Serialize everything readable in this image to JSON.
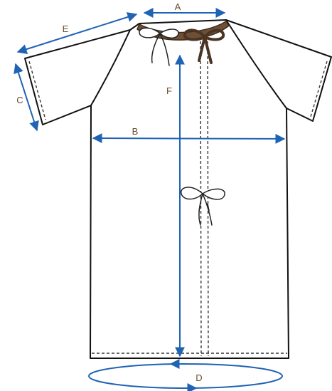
{
  "diagram": {
    "labels": {
      "A": "A",
      "B": "B",
      "C": "C",
      "D": "D",
      "E": "E",
      "F": "F"
    },
    "colors": {
      "outline": "#111111",
      "dimension": "#1f63b5",
      "collar": "#6e5036",
      "label": "#6b4c2a",
      "stitch": "#333333"
    }
  }
}
